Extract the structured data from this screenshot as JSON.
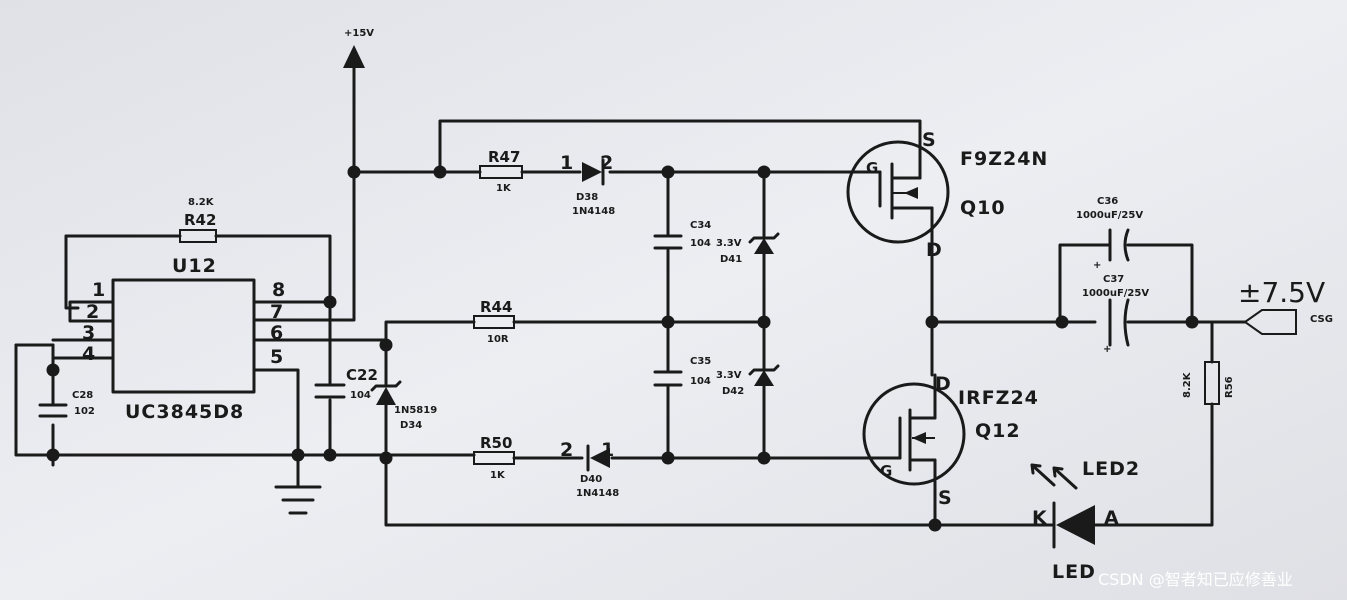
{
  "supply": {
    "label": "+15V"
  },
  "ic": {
    "ref": "U12",
    "part": "UC3845D8",
    "pins": [
      "1",
      "2",
      "3",
      "4",
      "8",
      "7",
      "6",
      "5"
    ]
  },
  "resistors": {
    "r42": {
      "ref": "R42",
      "value": "8.2K"
    },
    "r47": {
      "ref": "R47",
      "value": "1K"
    },
    "r44": {
      "ref": "R44",
      "value": "10R"
    },
    "r50": {
      "ref": "R50",
      "value": "1K"
    },
    "r56": {
      "ref": "R56",
      "value": "8.2K"
    }
  },
  "capacitors": {
    "c28": {
      "ref": "C28",
      "value": "102"
    },
    "c22": {
      "ref": "C22",
      "value": "104"
    },
    "c34": {
      "ref": "C34",
      "value": "104"
    },
    "c35": {
      "ref": "C35",
      "value": "104"
    },
    "c36": {
      "ref": "C36",
      "value": "1000uF/25V"
    },
    "c37": {
      "ref": "C37",
      "value": "1000uF/25V"
    }
  },
  "diodes": {
    "d38": {
      "ref": "D38",
      "part": "1N4148",
      "pin1": "1",
      "pin2": "2"
    },
    "d40": {
      "ref": "D40",
      "part": "1N4148",
      "pin1": "1",
      "pin2": "2"
    },
    "d34": {
      "ref": "D34",
      "part": "1N5819"
    },
    "d41": {
      "ref": "D41",
      "value": "3.3V"
    },
    "d42": {
      "ref": "D42",
      "value": "3.3V"
    }
  },
  "mosfets": {
    "q10": {
      "ref": "Q10",
      "part": "F9Z24N",
      "g": "G",
      "d": "D",
      "s": "S"
    },
    "q12": {
      "ref": "Q12",
      "part": "IRFZ24",
      "g": "G",
      "d": "D",
      "s": "S"
    }
  },
  "leds": {
    "led": {
      "ref": "LED",
      "k": "K",
      "a": "A"
    },
    "led2": {
      "ref": "LED2"
    }
  },
  "output": {
    "net": "CSG",
    "annotation": "±7.5V"
  },
  "watermark": "CSDN @智者知已应修善业"
}
